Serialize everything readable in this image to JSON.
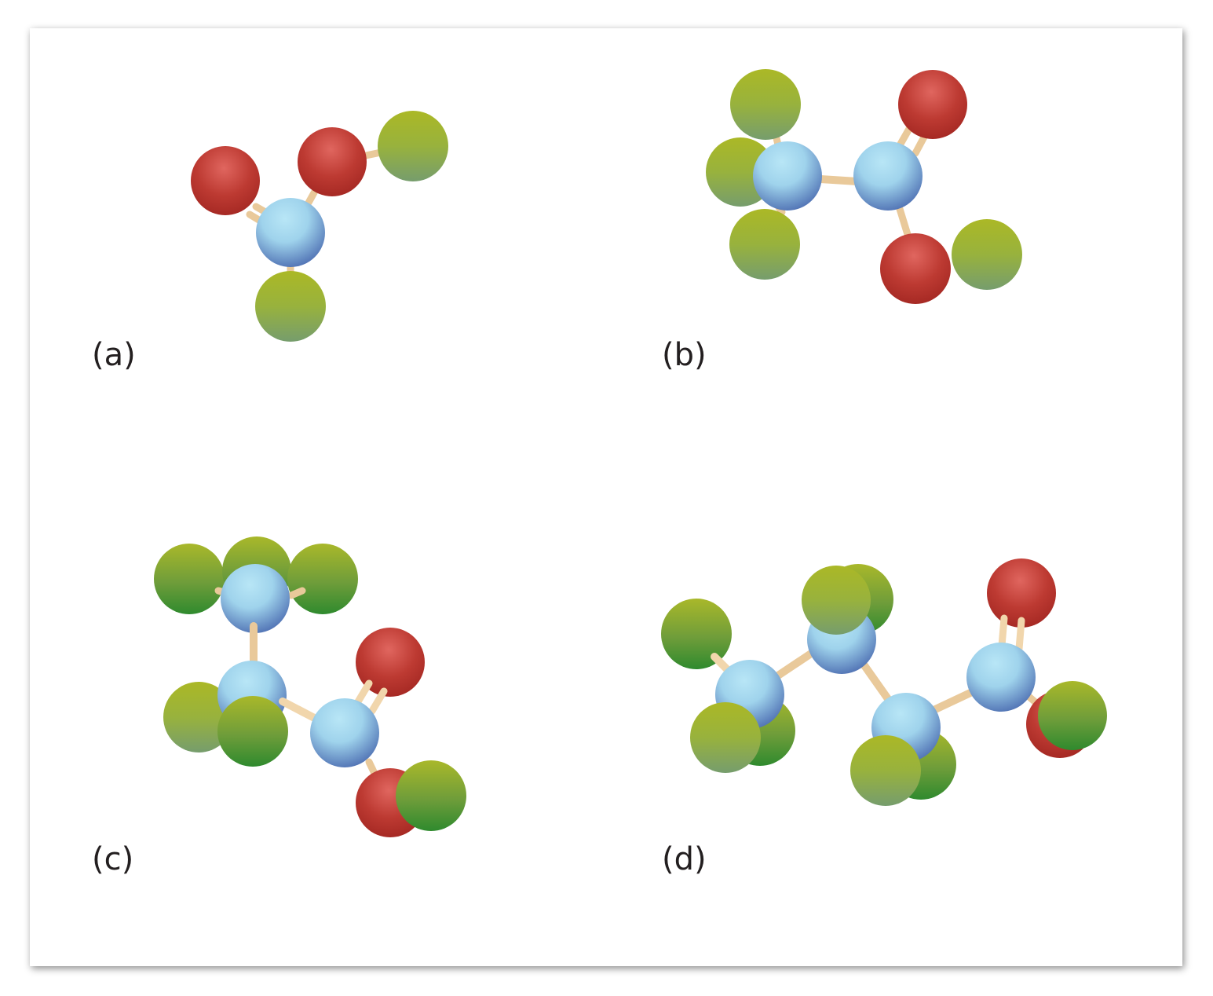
{
  "panels": [
    {
      "id": "a",
      "label": "(a)"
    },
    {
      "id": "b",
      "label": "(b)"
    },
    {
      "id": "c",
      "label": "(c)"
    },
    {
      "id": "d",
      "label": "(d)"
    }
  ],
  "colors": {
    "carbon_light": "#b4e3f4",
    "carbon_dark": "#4f72b4",
    "oxygen_light": "#e06a62",
    "oxygen_dark": "#a52a25",
    "hydrogen_yellow": "#a9b625",
    "hydrogen_sage": "#7a9e6a",
    "hydrogen_green": "#3b8a2c",
    "bond": "#e9c99a"
  }
}
